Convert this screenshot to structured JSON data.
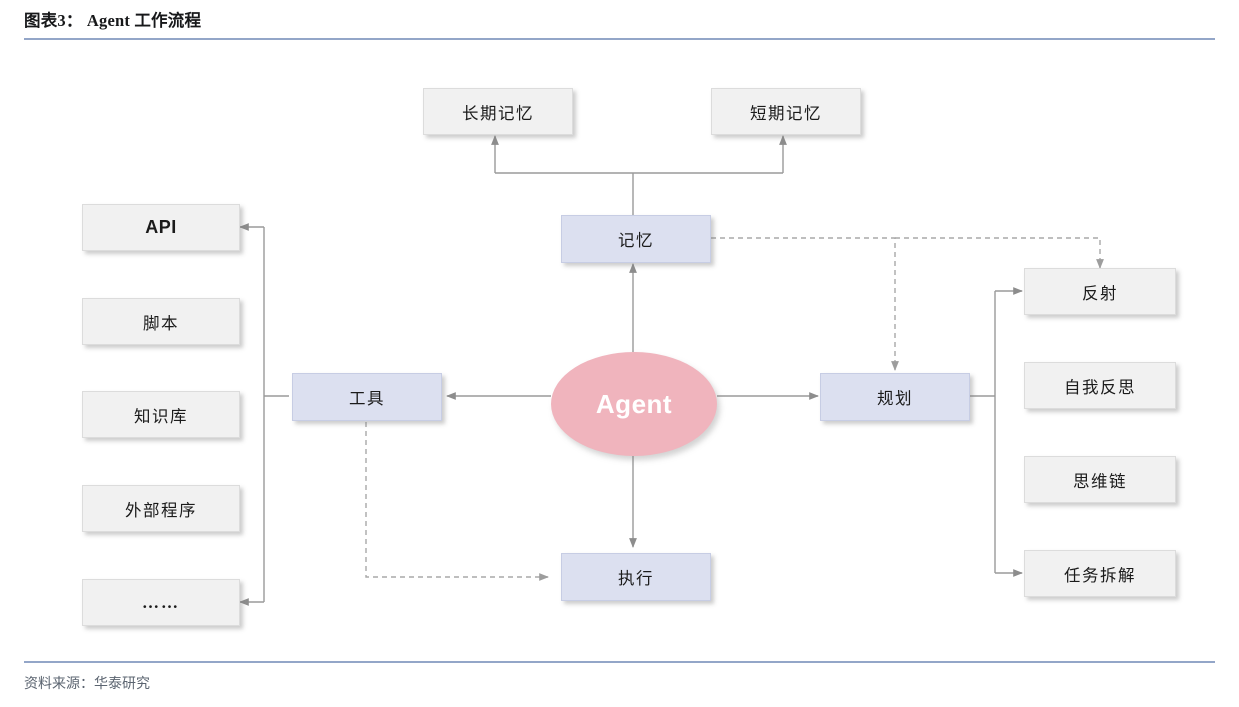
{
  "header": {
    "title": "图表3： Agent 工作流程",
    "rule_color": "#93a6c8"
  },
  "footer": {
    "source": "资料来源：华泰研究"
  },
  "colors": {
    "gray_node_fill": "#f1f1f1",
    "blue_node_fill": "#dce0f0",
    "agent_fill": "#f0b4bd",
    "agent_text": "#ffffff",
    "connector": "#9a9a9a",
    "dashed_connector": "#a8a8a8"
  },
  "diagram": {
    "center": {
      "label": "Agent",
      "shape": "ellipse"
    },
    "core_nodes": [
      {
        "id": "memory",
        "label": "记忆",
        "style": "blue"
      },
      {
        "id": "tools",
        "label": "工具",
        "style": "blue"
      },
      {
        "id": "planning",
        "label": "规划",
        "style": "blue"
      },
      {
        "id": "execution",
        "label": "执行",
        "style": "blue"
      }
    ],
    "memory_children": [
      {
        "id": "long-term-memory",
        "label": "长期记忆",
        "style": "gray"
      },
      {
        "id": "short-term-memory",
        "label": "短期记忆",
        "style": "gray"
      }
    ],
    "tool_children": [
      {
        "id": "api",
        "label": "API",
        "style": "gray-latin"
      },
      {
        "id": "script",
        "label": "脚本",
        "style": "gray"
      },
      {
        "id": "knowledge-base",
        "label": "知识库",
        "style": "gray"
      },
      {
        "id": "external-program",
        "label": "外部程序",
        "style": "gray"
      },
      {
        "id": "more",
        "label": "……",
        "style": "gray-dots"
      }
    ],
    "planning_children": [
      {
        "id": "reflection",
        "label": "反射",
        "style": "gray"
      },
      {
        "id": "self-reflection",
        "label": "自我反思",
        "style": "gray"
      },
      {
        "id": "chain-of-thought",
        "label": "思维链",
        "style": "gray"
      },
      {
        "id": "task-decomposition",
        "label": "任务拆解",
        "style": "gray"
      }
    ]
  }
}
